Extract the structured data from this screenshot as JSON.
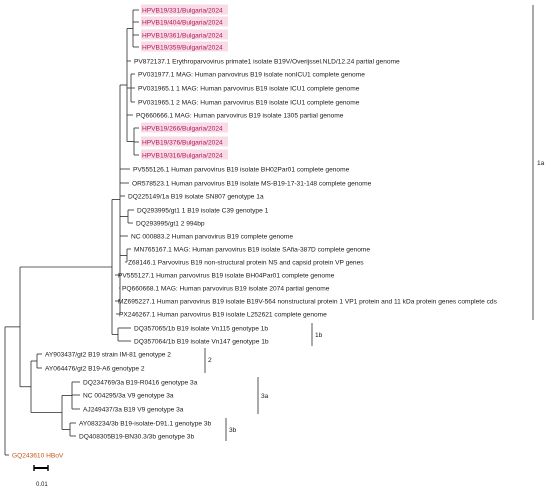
{
  "tree": {
    "leaves": [
      {
        "label": "HPVB19/331/Bulgaria/2024",
        "highlight": true
      },
      {
        "label": "HPVB19/404/Bulgaria/2024",
        "highlight": true
      },
      {
        "label": "HPVB19/361/Bulgaria/2024",
        "highlight": true
      },
      {
        "label": "HPVB19/359/Bulgaria/2024",
        "highlight": true
      },
      {
        "label": "PV872137.1 Erythroparvovirus primate1 isolate B19V/Overijssel.NLD/12.24 partial genome"
      },
      {
        "label": "PV031977.1 MAG: Human parvovirus B19 isolate nonICU1 complete genome"
      },
      {
        "label": "PV031965.1 1 MAG: Human parvovirus B19 isolate ICU1 complete genome"
      },
      {
        "label": "PV031965.1 2 MAG: Human parvovirus B19 isolate ICU1 complete genome"
      },
      {
        "label": "PQ660666.1 MAG: Human parvovirus B19 isolate 1305 partial genome"
      },
      {
        "label": "HPVB19/266/Bulgaria/2024",
        "highlight": true
      },
      {
        "label": "HPVB19/376/Bulgaria/2024",
        "highlight": true
      },
      {
        "label": "HPVB19/316/Bulgaria/2024",
        "highlight": true
      },
      {
        "label": "PV555126.1 Human parvovirus B19 isolate BH02Par01 complete genome"
      },
      {
        "label": "OR578523.1 Human parvovirus B19 isolate MS-B19-17-31-148 complete genome"
      },
      {
        "label": "DQ225149/1a B19 isolate SN807 genotype 1a"
      },
      {
        "label": "DQ293995/gt1 1 B19 isolate C39 genotype 1"
      },
      {
        "label": "DQ293995/gt1 2 994bp"
      },
      {
        "label": "NC 000883.2 Human parvovirus B19 complete genome"
      },
      {
        "label": "MN765167.1 MAG: Human parvovirus B19 isolate SAfia-387D complete genome"
      },
      {
        "label": "Z68146.1 Parvovirus B19 non-structural protein NS and capsid protein VP genes"
      },
      {
        "label": "PV555127.1 Human parvovirus B19 isolate BH04Par01 complete genome"
      },
      {
        "label": "PQ660668.1 MAG: Human parvovirus B19 isolate 2074 partial genome"
      },
      {
        "label": "MZ695227.1 Human parvovirus B19 isolate B19V-564 nonstructural protein 1 VP1 protein and 11 kDa protein genes complete cds"
      },
      {
        "label": "PX246267.1 Human parvovirus B19 isolate L252621 complete genome"
      },
      {
        "label": "DQ357065/1b B19 isolate Vn115 genotype 1b"
      },
      {
        "label": "DQ357064/1b B19 isolate Vn147 genotype 1b"
      },
      {
        "label": "AY903437/gt2 B19 strain IM-81 genotype 2"
      },
      {
        "label": "AY064476/gt2 B19-A6 genotype 2"
      },
      {
        "label": "DQ234769/3a B19-R0416 genotype 3a"
      },
      {
        "label": "NC 004295/3a V9 genotype 3a"
      },
      {
        "label": "AJ249437/3a B19 V9 genotype 3a"
      },
      {
        "label": "AY083234/3b B19-isolate-D91.1 genotype 3b"
      },
      {
        "label": "DQ408305B19-BN30.3/3b genotype 3b"
      },
      {
        "label": "GQ243610 HBoV",
        "outgroup": true
      }
    ],
    "clades": [
      {
        "label": "1a"
      },
      {
        "label": "1b"
      },
      {
        "label": "2"
      },
      {
        "label": "3a"
      },
      {
        "label": "3b"
      }
    ],
    "scale_bar": {
      "label": "0.01"
    }
  },
  "colors": {
    "highlight_text": "#b4185a",
    "highlight_bg": "#f7dbe6",
    "outgroup": "#c0561a",
    "branch": "#2b2b2b"
  }
}
